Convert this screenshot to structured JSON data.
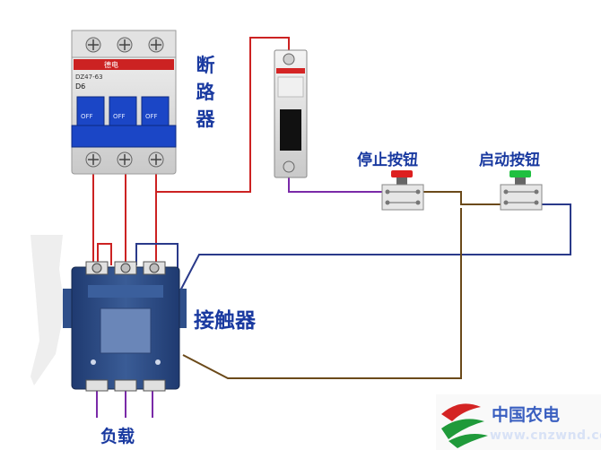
{
  "labels": {
    "breaker": [
      "断",
      "路",
      "器"
    ],
    "stop_button": "停止按钮",
    "start_button": "启动按钮",
    "contactor": "接触器",
    "load": "负载"
  },
  "breaker_face": {
    "brand": "德电",
    "model": "DZ47-63",
    "rating": "D6",
    "off_label": "OFF"
  },
  "watermark": {
    "name": "中国农电",
    "url": "www.cnzwnd.com"
  },
  "colors": {
    "wire_red": "#cc2222",
    "wire_blue": "#2a3a8a",
    "wire_purple": "#7a2aa8",
    "wire_brown": "#6b4a1a",
    "device_blue": "#2f4f8a",
    "breaker_handle": "#1b46c6",
    "stop_cap": "#dd2020",
    "start_cap": "#20c040",
    "label_blue": "#1a3aa0"
  }
}
